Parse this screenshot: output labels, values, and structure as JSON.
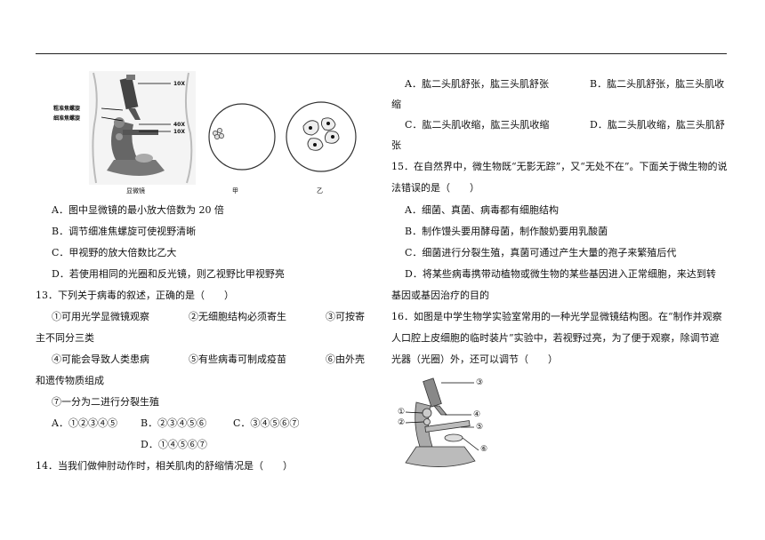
{
  "left": {
    "figure": {
      "labels": {
        "coarse": "粗准焦螺旋",
        "fine": "细准焦螺旋",
        "mag_top": "10X",
        "mag_mid": "40X",
        "mag_bot": "10X"
      },
      "captions": {
        "scope": "显微镜",
        "jia": "甲",
        "yi": "乙"
      }
    },
    "q12_options": [
      "A．图中显微镜的最小放大倍数为 20 倍",
      "B．调节细准焦螺旋可使视野清晰",
      "C．甲视野的放大倍数比乙大",
      "D．若使用相同的光圈和反光镜，则乙视野比甲视野亮"
    ],
    "q13": {
      "stem": "13．下列关于病毒的叙述，正确的是（　　）",
      "s1": "①可用光学显微镜观察",
      "s2": "②无细胞结构必须寄生",
      "s3a": "③可按寄",
      "s3b": "主不同分三类",
      "s4": "④可能会导致人类患病",
      "s5": "⑤有些病毒可制成疫苗",
      "s6a": "⑥由外壳",
      "s6b": "和遗传物质组成",
      "s7": "⑦一分为二进行分裂生殖",
      "optA": "A．①②③④⑤",
      "optB": "B．②③④⑤⑥",
      "optC": "C．③④⑤⑥⑦",
      "optD": "D．①④⑤⑥⑦"
    },
    "q14_stem": "14．当我们做伸肘动作时，相关肌肉的舒缩情况是（　　）"
  },
  "right": {
    "q14": {
      "optA": "A．肱二头肌舒张，肱三头肌舒张",
      "optB1": "B．肱二头肌舒张，肱三头肌收",
      "optB2": "缩",
      "optC": "C．肱二头肌收缩，肱三头肌收缩",
      "optD1": "D．肱二头肌收缩，肱三头肌舒",
      "optD2": "张"
    },
    "q15": {
      "stem1": "15．在自然界中，微生物既“无影无踪”，又“无处不在”。下面关于微生物的说",
      "stem2": "法错误的是（　　）",
      "optA": "A．细菌、真菌、病毒都有细胞结构",
      "optB": "B．制作馒头要用酵母菌，制作酸奶要用乳酸菌",
      "optC": "C．细菌进行分裂生殖，真菌可通过产生大量的孢子来繁殖后代",
      "optD1": "D．将某些病毒携带动植物或微生物的某些基因进入正常细胞，来达到转",
      "optD2": "基因或基因治疗的目的"
    },
    "q16": {
      "stem1": "16．如图是中学生物学实验室常用的一种光学显微镜结构图。在“制作并观察",
      "stem2": "人口腔上皮细胞的临时装片”实验中，若视野过亮，为了便于观察，除调节遮",
      "stem3": "光器（光圈）外，还可以调节（　　）",
      "labels": [
        "①",
        "②",
        "③",
        "④",
        "⑤",
        "⑥"
      ]
    }
  }
}
